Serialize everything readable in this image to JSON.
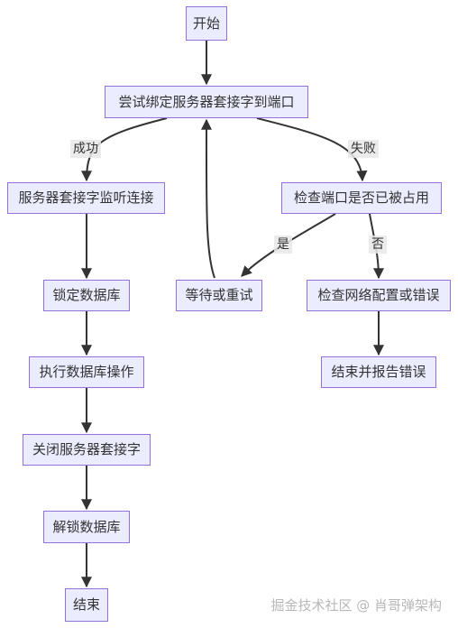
{
  "nodes": {
    "start": "开始",
    "bind": "尝试绑定服务器套接字到端口",
    "listen": "服务器套接字监听连接",
    "check_port": "检查端口是否已被占用",
    "lock_db": "锁定数据库",
    "wait_retry": "等待或重试",
    "check_network": "检查网络配置或错误",
    "exec_db": "执行数据库操作",
    "end_report": "结束并报告错误",
    "close_socket": "关闭服务器套接字",
    "unlock_db": "解锁数据库",
    "end": "结束"
  },
  "edges": {
    "success": "成功",
    "failure": "失败",
    "yes": "是",
    "no": "否"
  },
  "watermark": "掘金技术社区 @ 肖哥弹架构",
  "colors": {
    "node_fill": "#ececff",
    "node_border": "#9370db",
    "edge": "#333333",
    "label_bg": "#e8e8e8"
  }
}
